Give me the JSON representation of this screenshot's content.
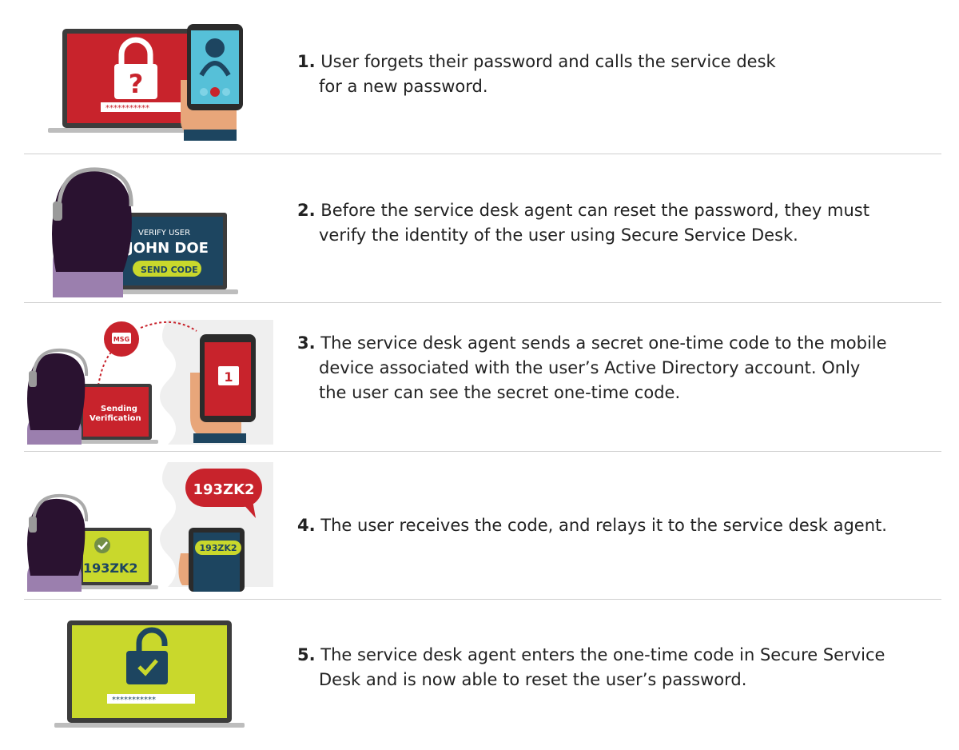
{
  "steps": [
    {
      "number": "1.",
      "line1": "User forgets their password and calls the service desk",
      "line2": "for a new password.",
      "line3": "",
      "art": {
        "password_mask": "***********"
      }
    },
    {
      "number": "2.",
      "line1": "Before the service desk agent can reset the password, they must",
      "line2": "verify the identity of the user using Secure Service Desk.",
      "line3": "",
      "art": {
        "verify_label": "VERIFY USER",
        "user_name": "JOHN DOE",
        "send_button": "SEND CODE"
      }
    },
    {
      "number": "3.",
      "line1": "The service desk agent sends a secret one-time code to the mobile",
      "line2": "device associated with the user’s Active Directory account. Only",
      "line3": "the user can see the secret one-time code.",
      "art": {
        "msg_badge": "MSG",
        "sending_line1": "Sending",
        "sending_line2": "Verification",
        "notification_count": "1"
      }
    },
    {
      "number": "4.",
      "line1": "The user receives the code, and relays it to the service desk agent.",
      "line2": "",
      "line3": "",
      "art": {
        "code_bubble": "193ZK2",
        "phone_code": "193ZK2",
        "laptop_code": "193ZK2"
      }
    },
    {
      "number": "5.",
      "line1": "The service desk agent enters the one-time code in Secure Service",
      "line2": "Desk and is now able to reset the user’s password.",
      "line3": "",
      "art": {
        "password_mask": "***********"
      }
    }
  ],
  "colors": {
    "red": "#c8232c",
    "lime": "#c9d82c",
    "navy": "#1d4560",
    "hair": "#2a1230",
    "skin": "#e8a67a",
    "purple": "#9b7fae",
    "teal": "#56c0d8"
  }
}
